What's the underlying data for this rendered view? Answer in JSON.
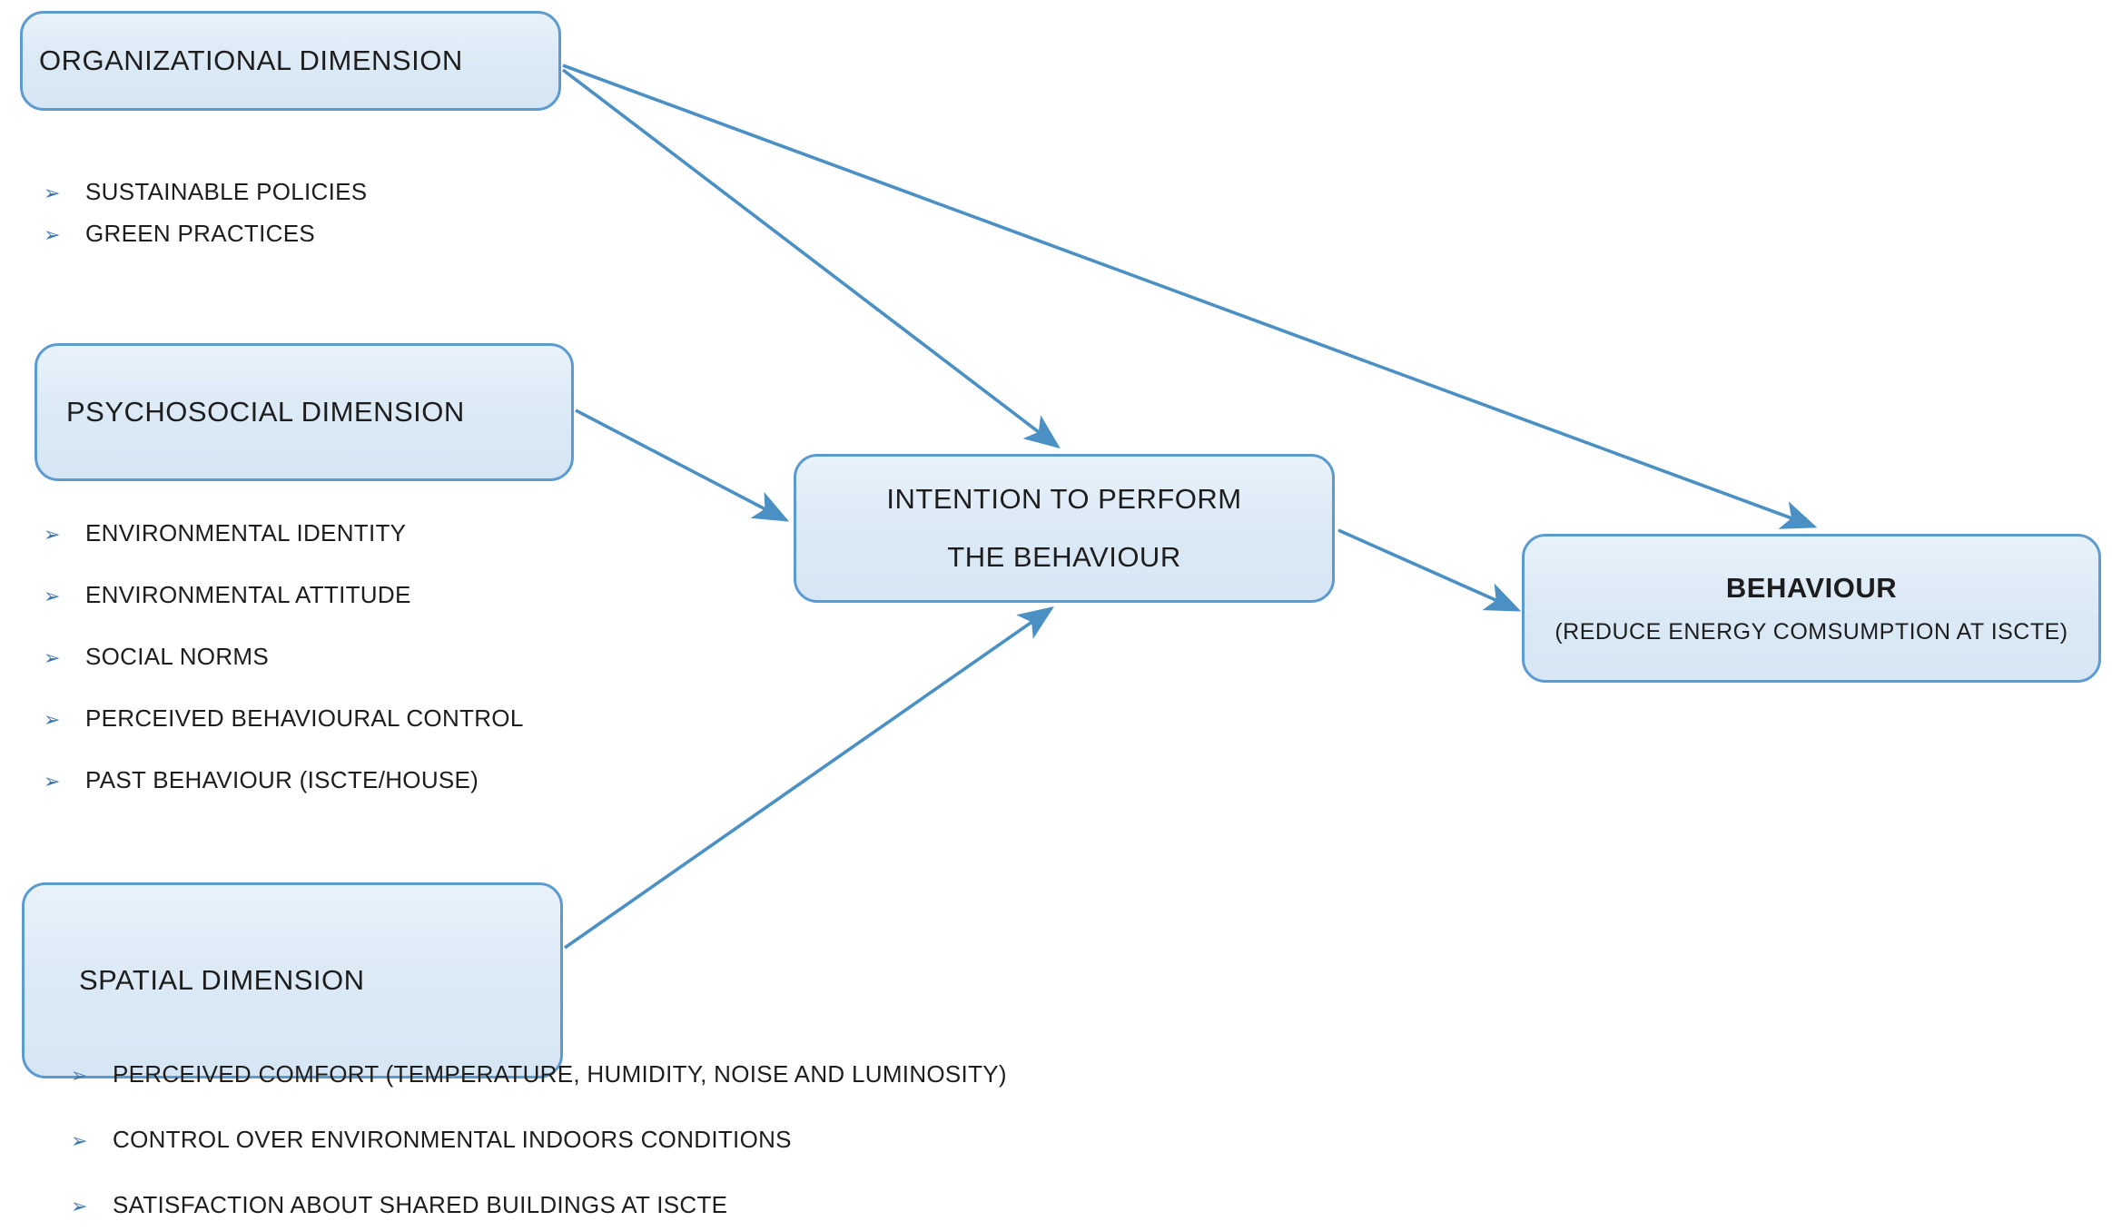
{
  "diagram": {
    "title_text": "",
    "accent_color": "#5b9bd1",
    "node_fill_top": "#e9f2fa",
    "node_fill_bottom": "#d6e6f4",
    "arrow_color": "#4a90c4",
    "text_color": "#1d1d1d",
    "bullet_marker": "➢"
  },
  "nodes": {
    "organizational": {
      "label": "ORGANIZATIONAL  DIMENSION"
    },
    "psychosocial": {
      "label": "PSYCHOSOCIAL  DIMENSION"
    },
    "spatial": {
      "label": "SPATIAL  DIMENSION"
    },
    "intention": {
      "line1": "INTENTION TO PERFORM",
      "line2": "THE BEHAVIOUR"
    },
    "behaviour": {
      "line1": "BEHAVIOUR",
      "line2": "(REDUCE ENERGY COMSUMPTION AT ISCTE)"
    }
  },
  "bullets": {
    "organizational": [
      "SUSTAINABLE POLICIES",
      "GREEN PRACTICES"
    ],
    "psychosocial": [
      "ENVIRONMENTAL IDENTITY",
      "ENVIRONMENTAL ATTITUDE",
      "SOCIAL NORMS",
      "PERCEIVED BEHAVIOURAL CONTROL",
      "PAST BEHAVIOUR (ISCTE/HOUSE)"
    ],
    "spatial": [
      "PERCEIVED COMFORT (TEMPERATURE, HUMIDITY, NOISE AND LUMINOSITY)",
      "CONTROL OVER ENVIRONMENTAL INDOORS CONDITIONS",
      "SATISFACTION ABOUT SHARED BUILDINGS AT ISCTE"
    ]
  },
  "edges": [
    {
      "from": "organizational",
      "to": "intention"
    },
    {
      "from": "organizational",
      "to": "behaviour"
    },
    {
      "from": "psychosocial",
      "to": "intention"
    },
    {
      "from": "spatial",
      "to": "intention"
    },
    {
      "from": "intention",
      "to": "behaviour"
    }
  ]
}
